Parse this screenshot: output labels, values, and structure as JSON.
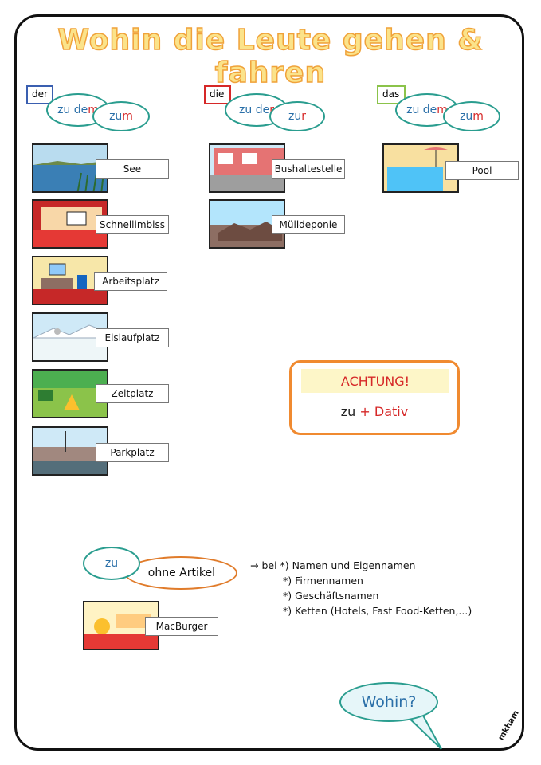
{
  "title": "Wohin die Leute gehen & fahren",
  "columns": {
    "der": {
      "article": "der",
      "main": "zu dem",
      "contracted": "zum",
      "color": "#3a5fb0"
    },
    "die": {
      "article": "die",
      "main": "zu der",
      "contracted": "zur",
      "color": "#d62828"
    },
    "das": {
      "article": "das",
      "main": "zu dem",
      "contracted": "zum",
      "color": "#8bc34a"
    }
  },
  "der_items": [
    "See",
    "Schnellimbiss",
    "Arbeitsplatz",
    "Eislaufplatz",
    "Zeltplatz",
    "Parkplatz"
  ],
  "die_items": [
    "Bushaltestelle",
    "Mülldeponie"
  ],
  "das_items": [
    "Pool"
  ],
  "achtung": {
    "head": "ACHTUNG!",
    "zu": "zu",
    "plus_dativ": "+ Dativ"
  },
  "zu_section": {
    "zu": "zu",
    "ohne": "ohne Artikel",
    "example": "MacBurger"
  },
  "rules": [
    "→ bei *) Namen und Eigennamen",
    "*) Firmennamen",
    "*) Geschäftsnamen",
    "*) Ketten  (Hotels, Fast Food-Ketten,...)"
  ],
  "bubble": "Wohin?",
  "signature": "mkham"
}
